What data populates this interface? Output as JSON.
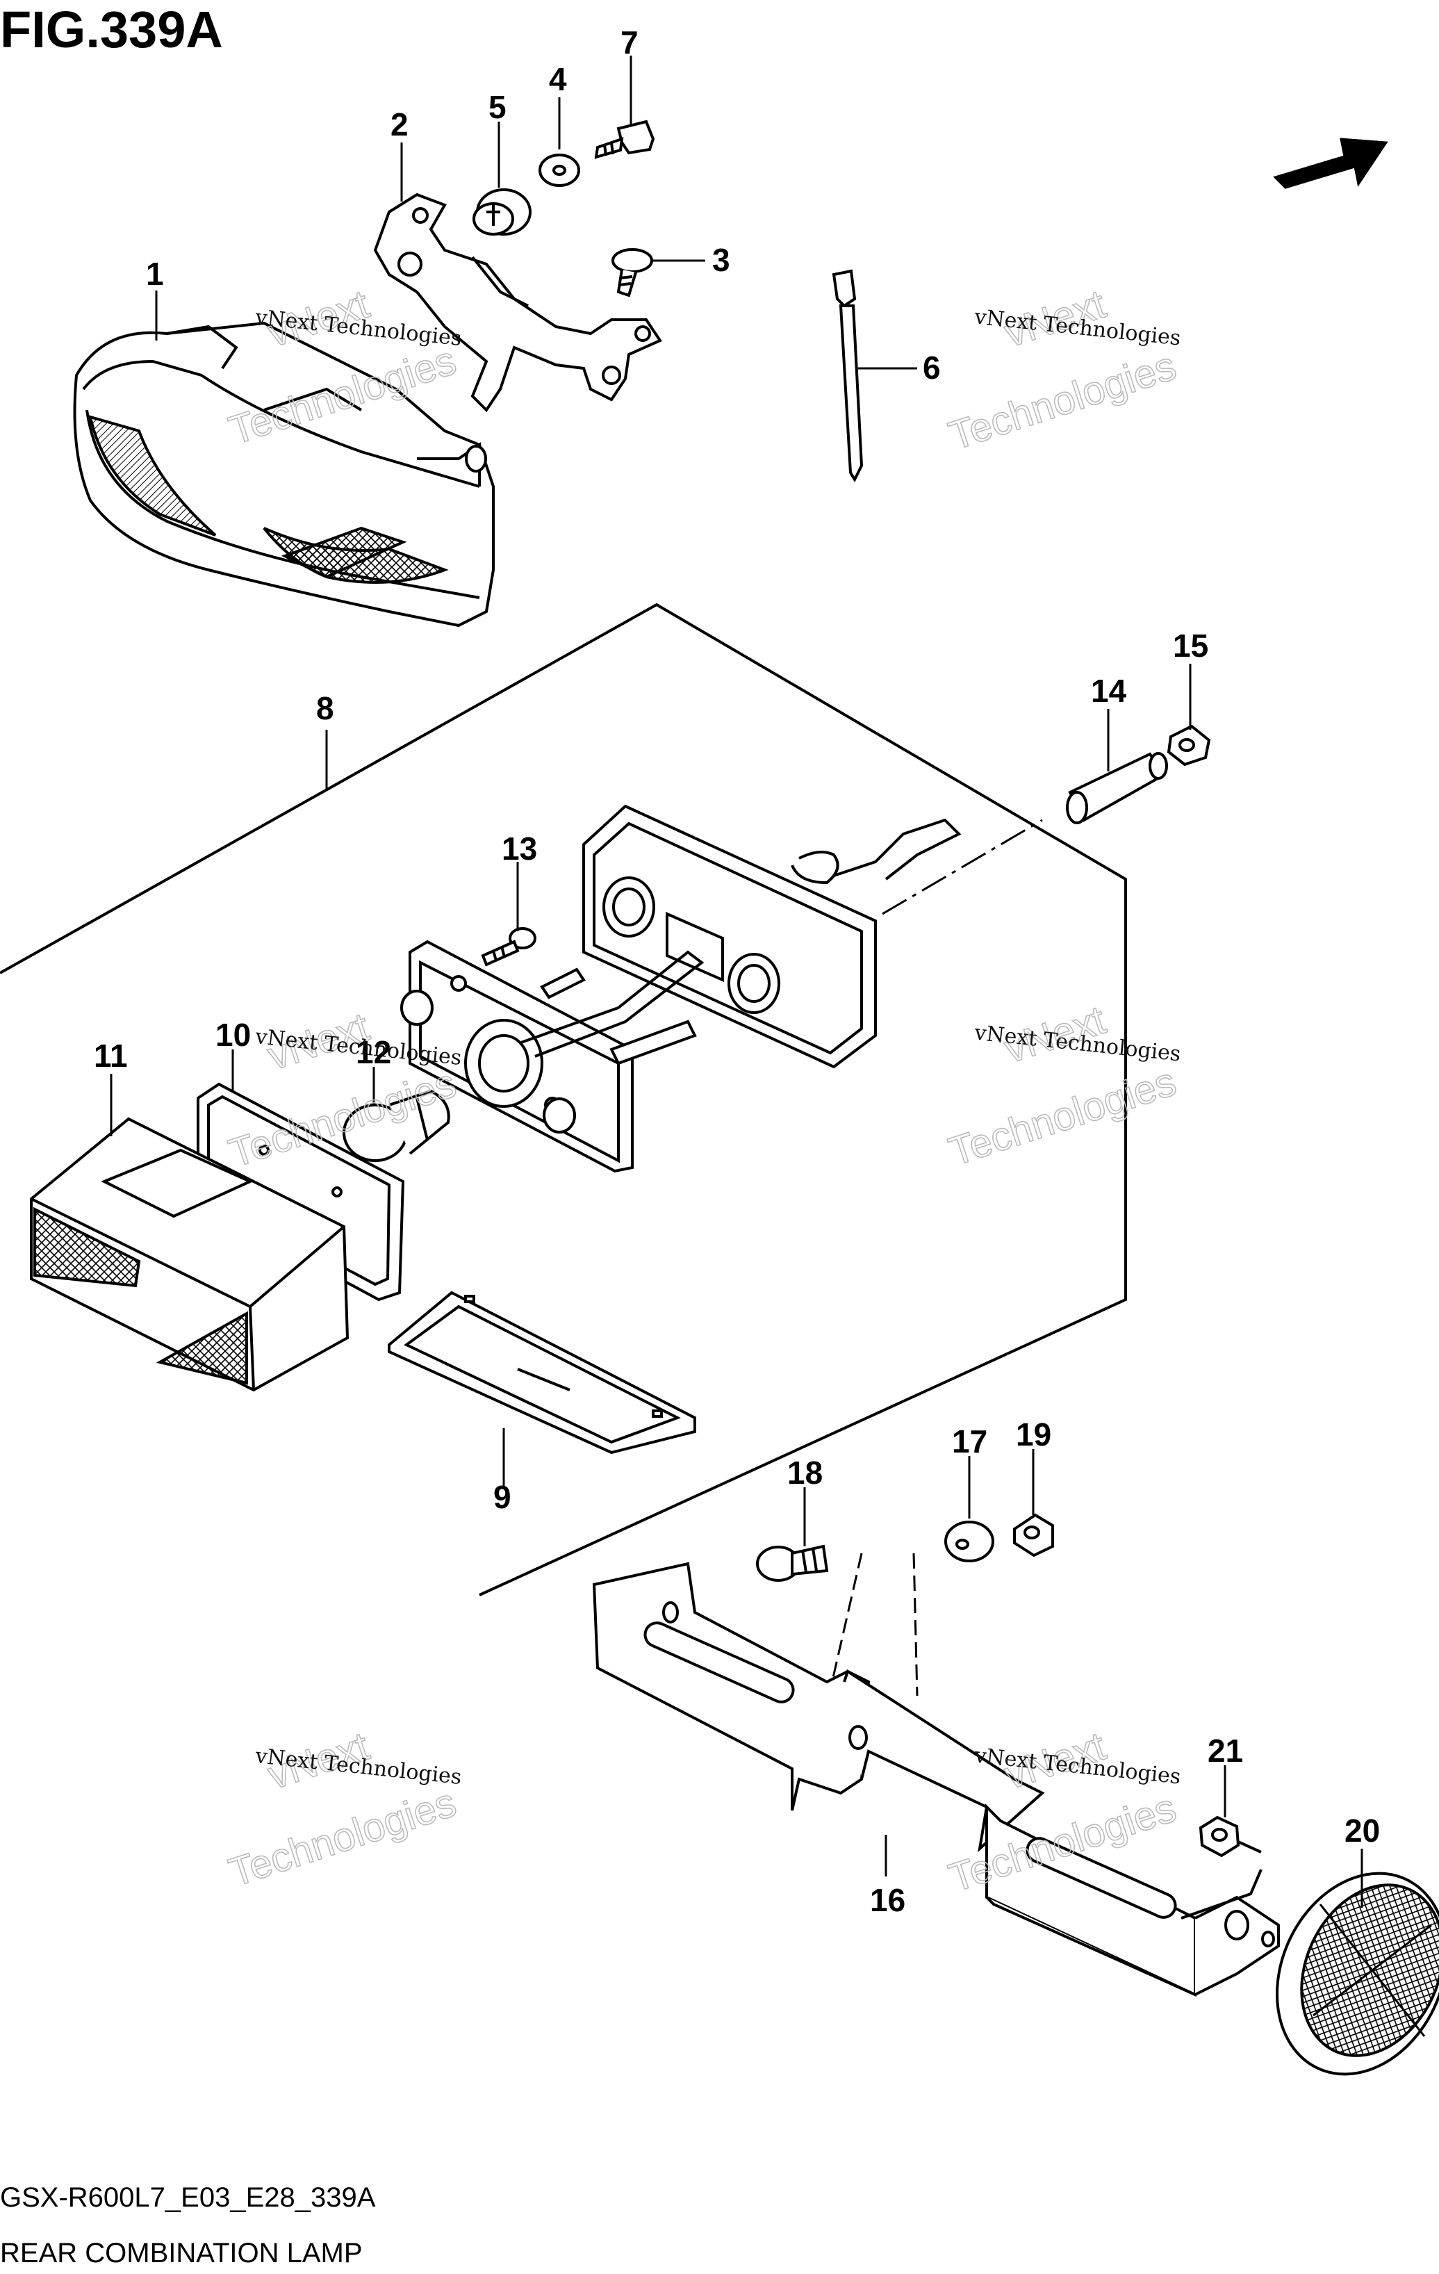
{
  "figure": {
    "title": "FIG.339A",
    "model_code": "GSX-R600L7_E03_E28_339A",
    "name": "REAR COMBINATION LAMP"
  },
  "direction_badge": {
    "label": "FWD",
    "icon": "forward-arrow-icon"
  },
  "part_callouts": [
    "1",
    "2",
    "3",
    "4",
    "5",
    "6",
    "7",
    "8",
    "9",
    "10",
    "11",
    "12",
    "13",
    "14",
    "15",
    "16",
    "17",
    "18",
    "19",
    "20",
    "21"
  ],
  "watermark": {
    "line1": "vNext Technologies",
    "line2": "vNext",
    "line3": "Technologies"
  }
}
